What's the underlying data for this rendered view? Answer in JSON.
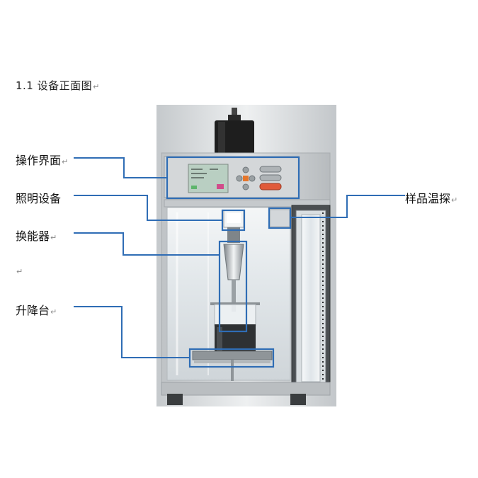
{
  "title": "1.1  设备正面图",
  "return_mark": "↵",
  "labels": {
    "panel": "操作界面",
    "light": "照明设备",
    "transducer": "换能器",
    "lift": "升降台",
    "probe": "样品温探"
  },
  "colors": {
    "callout": "#2f6db5",
    "frame": "#c9cbcd",
    "glass": "#e9edf0"
  }
}
